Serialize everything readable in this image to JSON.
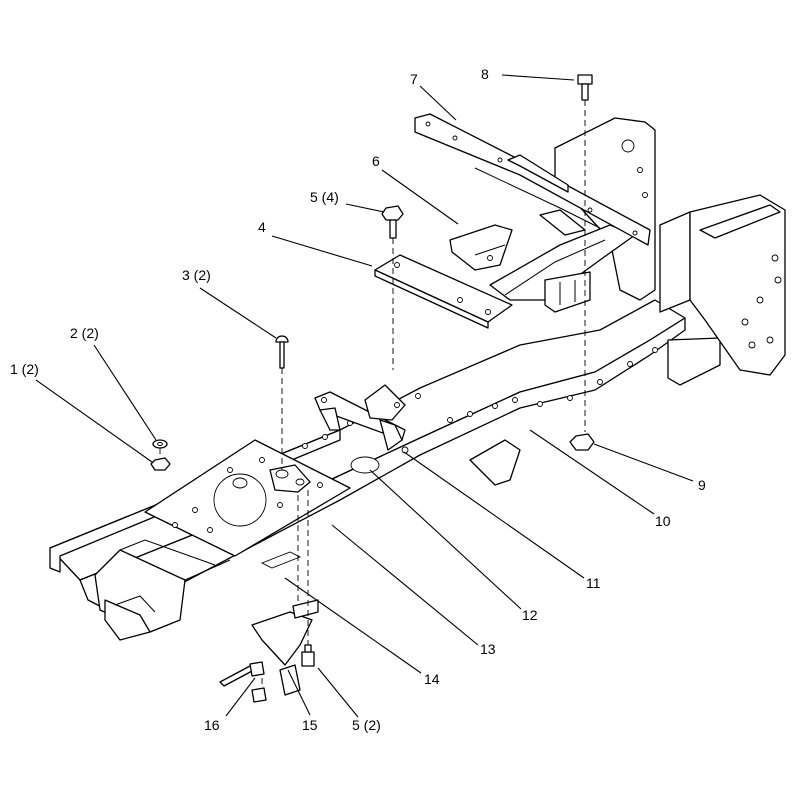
{
  "callouts": [
    {
      "id": "c1",
      "label": "1 (2)"
    },
    {
      "id": "c2",
      "label": "2 (2)"
    },
    {
      "id": "c3",
      "label": "3 (2)"
    },
    {
      "id": "c4",
      "label": "4"
    },
    {
      "id": "c5a",
      "label": "5 (4)"
    },
    {
      "id": "c5b",
      "label": "5 (2)"
    },
    {
      "id": "c6",
      "label": "6"
    },
    {
      "id": "c7",
      "label": "7"
    },
    {
      "id": "c8",
      "label": "8"
    },
    {
      "id": "c9",
      "label": "9"
    },
    {
      "id": "c10",
      "label": "10"
    },
    {
      "id": "c11",
      "label": "11"
    },
    {
      "id": "c12",
      "label": "12"
    },
    {
      "id": "c13",
      "label": "13"
    },
    {
      "id": "c14",
      "label": "14"
    },
    {
      "id": "c15",
      "label": "15"
    },
    {
      "id": "c16",
      "label": "16"
    }
  ]
}
